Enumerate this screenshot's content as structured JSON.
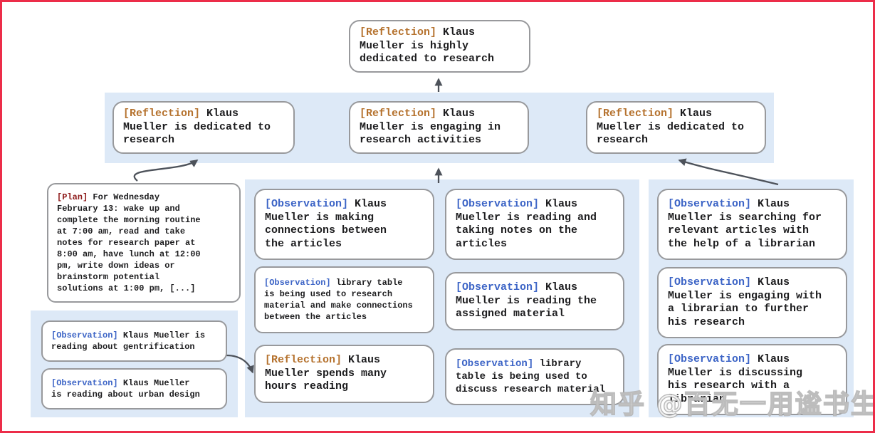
{
  "figure": {
    "subject": "Klaus Mueller memory tree"
  },
  "palette": {
    "frame_red": "#ec2d49",
    "band_blue": "#dde9f7",
    "box_border_gray": "#98999c",
    "reflection_tag_orange": "#b5722e",
    "observation_tag_blue": "#3c64c6",
    "plan_tag_dark_red": "#8e1b1b",
    "arrow_gray": "#4d525a",
    "text_black": "#1d1d1f"
  },
  "boxes": {
    "root": {
      "tag": "[Reflection]",
      "body": " Klaus\nMueller is highly\ndedicated to research"
    },
    "level2": {
      "left": {
        "tag": "[Reflection]",
        "body": " Klaus\nMueller is dedicated to\nresearch"
      },
      "middle": {
        "tag": "[Reflection]",
        "body": " Klaus\nMueller is engaging in\nresearch activities"
      },
      "right": {
        "tag": "[Reflection]",
        "body": " Klaus\nMueller is dedicated to\nresearch"
      }
    },
    "plan": {
      "tag": "[Plan]",
      "body": " For Wednesday\nFebruary 13: wake up and\ncomplete the morning routine\nat 7:00 am, read and take\nnotes for research paper at\n8:00 am, have lunch at 12:00\npm, write down ideas or\nbrainstorm potential\nsolutions at 1:00 pm, [...]"
    },
    "left_group": {
      "obs1": {
        "tag": "[Observation]",
        "body": " Klaus Mueller is\nreading about gentrification"
      },
      "obs2": {
        "tag": "[Observation]",
        "body": " Klaus Mueller\nis reading about urban design"
      }
    },
    "middle_group": {
      "a1": {
        "tag": "[Observation]",
        "body": " Klaus\nMueller is making\nconnections between\nthe articles"
      },
      "a2": {
        "tag": "[Observation]",
        "body": " library table\nis being used to research\nmaterial and make connections\nbetween the articles"
      },
      "a3": {
        "tag": "[Reflection]",
        "body": " Klaus\nMueller spends many\nhours reading"
      },
      "b1": {
        "tag": "[Observation]",
        "body": " Klaus\nMueller is reading and\ntaking notes on the\narticles"
      },
      "b2": {
        "tag": "[Observation]",
        "body": " Klaus\nMueller is reading the\nassigned material"
      },
      "b3": {
        "tag": "[Observation]",
        "body": " library\ntable is being used to\ndiscuss research material"
      }
    },
    "right_group": {
      "r1": {
        "tag": "[Observation]",
        "body": " Klaus\nMueller is searching for\nrelevant articles with\nthe help of a librarian"
      },
      "r2": {
        "tag": "[Observation]",
        "body": " Klaus\nMueller is engaging with\na librarian to further\nhis research"
      },
      "r3": {
        "tag": "[Observation]",
        "body": " Klaus\nMueller is discussing\nhis research with a\nlibrarian"
      }
    }
  },
  "watermark": {
    "text": "知乎 @百无一用谧书生"
  }
}
